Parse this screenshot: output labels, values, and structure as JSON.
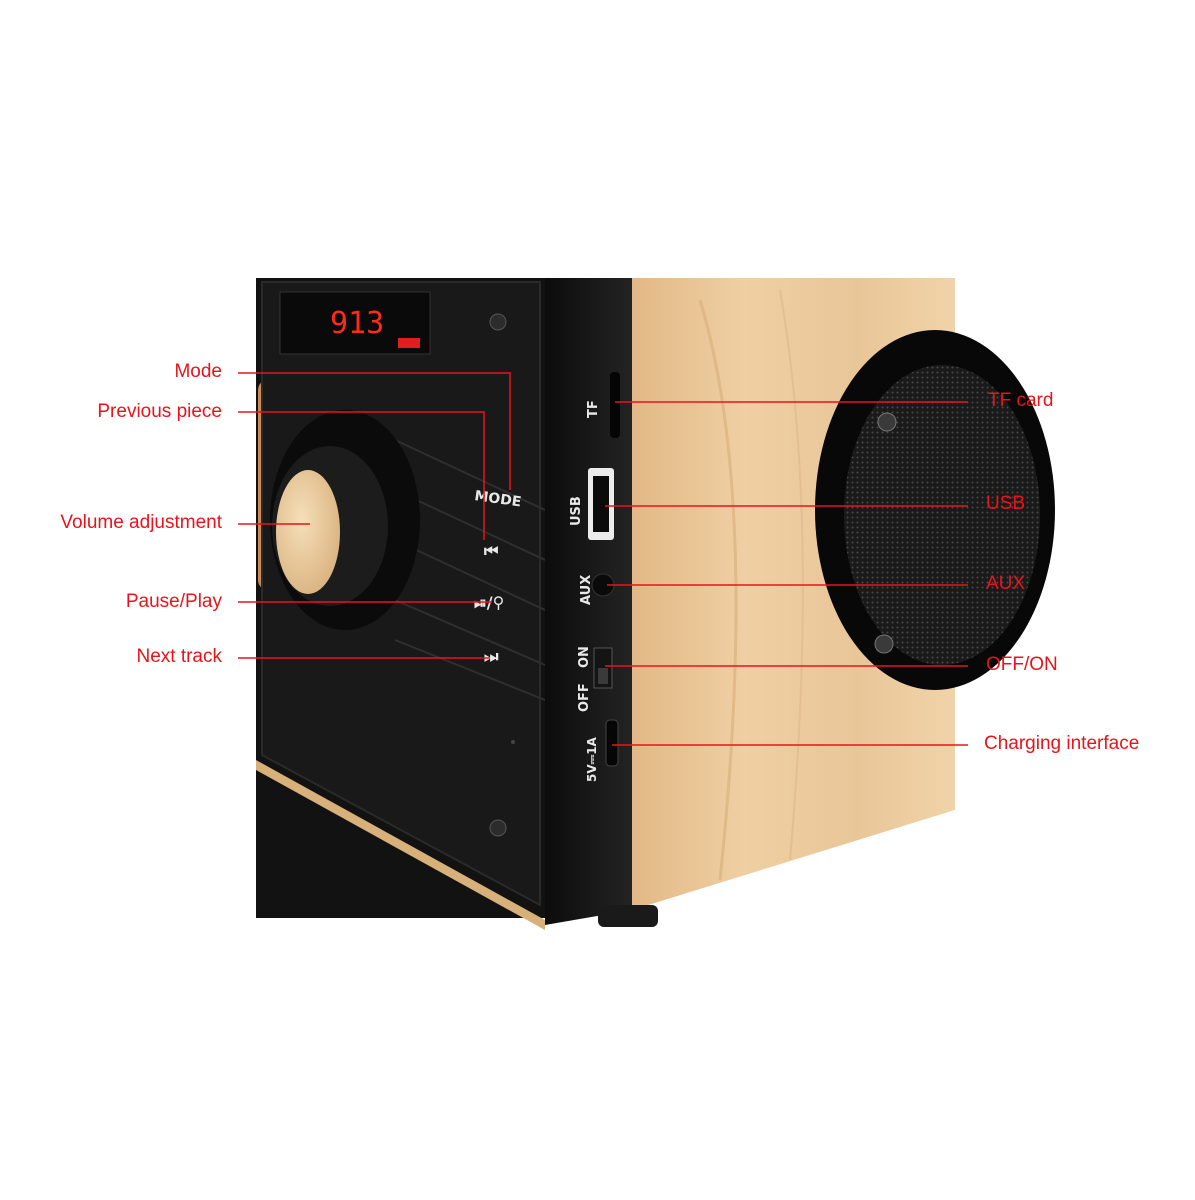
{
  "display": {
    "digits": "913"
  },
  "panel": {
    "mode_label": "MODE",
    "prev_glyph": "⏮",
    "play_glyph": "⏯/⚲",
    "next_glyph": "⏭"
  },
  "ports": {
    "tf": "TF",
    "usb": "USB",
    "aux": "AUX",
    "switch_on": "ON",
    "switch_off": "OFF",
    "charge": "5V⎓1A"
  },
  "callouts": {
    "left": [
      "Mode",
      "Previous piece",
      "Volume adjustment",
      "Pause/Play",
      "Next track"
    ],
    "right": [
      "TF card",
      "USB",
      "AUX",
      "OFF/ON",
      "Charging interface"
    ]
  },
  "colors": {
    "callout": "#e8141b",
    "wood": "#e8c596",
    "panel": "#111111"
  }
}
